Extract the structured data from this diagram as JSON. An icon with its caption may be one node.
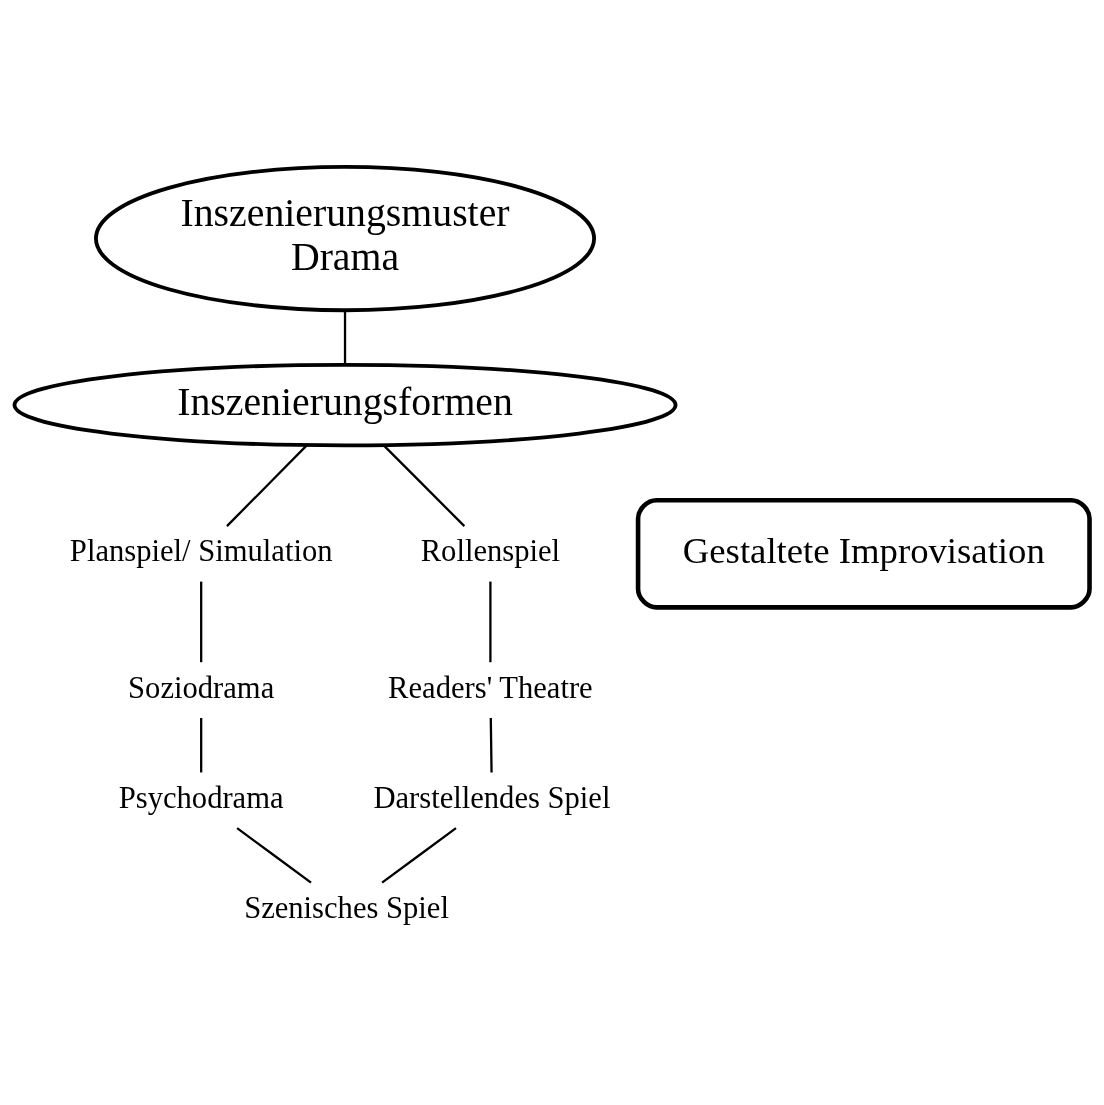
{
  "diagram": {
    "nodes": [
      {
        "text": [
          "Inszenierungsmuster",
          "Drama"
        ]
      },
      {
        "text": [
          "Inszenierungsformen"
        ]
      },
      {
        "text": [
          "Planspiel/ Simulation"
        ]
      },
      {
        "text": [
          "Gestaltete Improvisation"
        ]
      },
      {
        "text": [
          "Rollenspiel"
        ]
      },
      {
        "text": [
          "Soziodrama"
        ]
      },
      {
        "text": [
          "Readers' Theatre"
        ]
      },
      {
        "text": [
          "Psychodrama"
        ]
      },
      {
        "text": [
          "Darstellendes Spiel"
        ]
      },
      {
        "text": [
          "Szenisches Spiel"
        ]
      }
    ],
    "edges": [
      {
        "from": 0,
        "to": 1,
        "arrow": "none"
      },
      {
        "from": 1,
        "to": 2,
        "arrow": "none"
      },
      {
        "from": 1,
        "to": 4,
        "arrow": "none"
      },
      {
        "from": 2,
        "to": 5,
        "arrow": "none"
      },
      {
        "from": 5,
        "to": 7,
        "arrow": "none"
      },
      {
        "from": 7,
        "to": 9,
        "arrow": "none"
      },
      {
        "from": 4,
        "to": 6,
        "arrow": "none"
      },
      {
        "from": 6,
        "to": 8,
        "arrow": "none"
      },
      {
        "from": 8,
        "to": 9,
        "arrow": "none"
      }
    ]
  }
}
